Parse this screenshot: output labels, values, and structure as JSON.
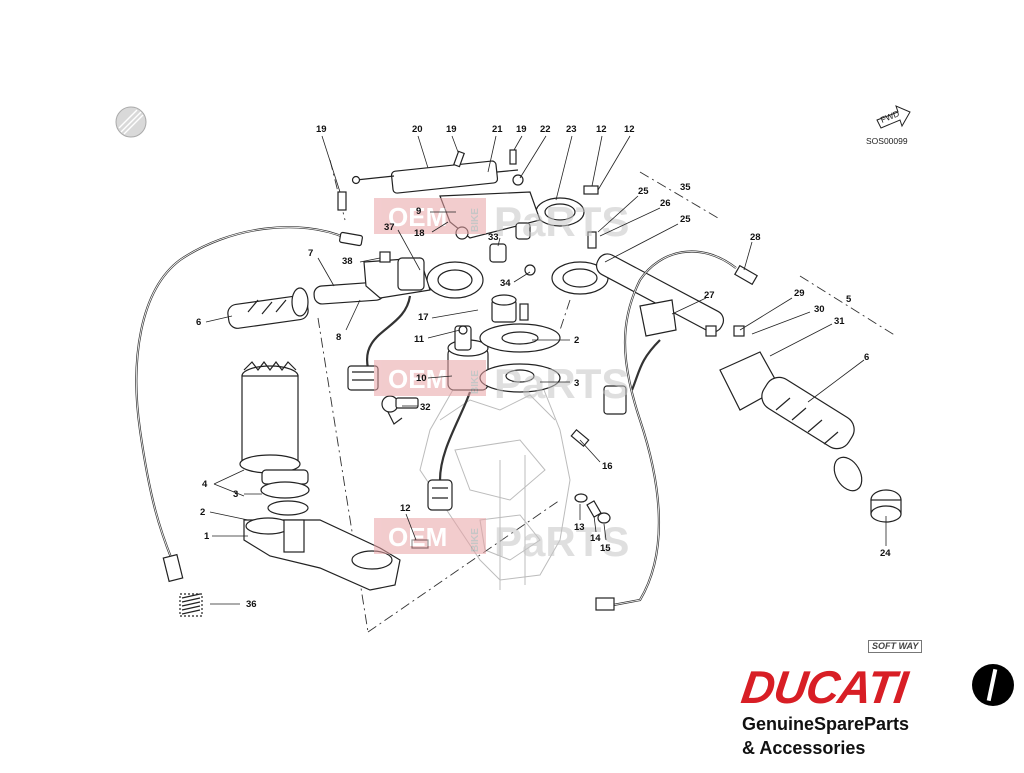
{
  "diagram": {
    "drawing_code": "SOS00099",
    "fwd_label": "FWD",
    "watermark": {
      "oem": "OEM",
      "bike": "BIKE",
      "parts": "PaRTS"
    },
    "callouts": [
      {
        "id": "c1",
        "text": "19"
      },
      {
        "id": "c2",
        "text": "20"
      },
      {
        "id": "c3",
        "text": "19"
      },
      {
        "id": "c4",
        "text": "21"
      },
      {
        "id": "c5",
        "text": "19"
      },
      {
        "id": "c6",
        "text": "22"
      },
      {
        "id": "c7",
        "text": "23"
      },
      {
        "id": "c8",
        "text": "12"
      },
      {
        "id": "c9",
        "text": "12"
      },
      {
        "id": "c10",
        "text": "35"
      },
      {
        "id": "c11",
        "text": "25"
      },
      {
        "id": "c12",
        "text": "26"
      },
      {
        "id": "c13",
        "text": "25"
      },
      {
        "id": "c14",
        "text": "9"
      },
      {
        "id": "c15",
        "text": "37"
      },
      {
        "id": "c16",
        "text": "18"
      },
      {
        "id": "c17",
        "text": "33"
      },
      {
        "id": "c18",
        "text": "38"
      },
      {
        "id": "c19",
        "text": "7"
      },
      {
        "id": "c20",
        "text": "34"
      },
      {
        "id": "c21",
        "text": "28"
      },
      {
        "id": "c22",
        "text": "27"
      },
      {
        "id": "c23",
        "text": "29"
      },
      {
        "id": "c24",
        "text": "5"
      },
      {
        "id": "c25",
        "text": "30"
      },
      {
        "id": "c26",
        "text": "6"
      },
      {
        "id": "c27",
        "text": "17"
      },
      {
        "id": "c28",
        "text": "31"
      },
      {
        "id": "c29",
        "text": "8"
      },
      {
        "id": "c30",
        "text": "11"
      },
      {
        "id": "c31",
        "text": "2"
      },
      {
        "id": "c32",
        "text": "6"
      },
      {
        "id": "c33",
        "text": "10"
      },
      {
        "id": "c34",
        "text": "3"
      },
      {
        "id": "c35",
        "text": "32"
      },
      {
        "id": "c36",
        "text": "16"
      },
      {
        "id": "c37",
        "text": "4"
      },
      {
        "id": "c38",
        "text": "3"
      },
      {
        "id": "c39",
        "text": "12"
      },
      {
        "id": "c40",
        "text": "2"
      },
      {
        "id": "c41",
        "text": "13"
      },
      {
        "id": "c42",
        "text": "14"
      },
      {
        "id": "c43",
        "text": "15"
      },
      {
        "id": "c44",
        "text": "1"
      },
      {
        "id": "c45",
        "text": "24"
      },
      {
        "id": "c46",
        "text": "36"
      }
    ]
  },
  "brand": {
    "softway": "SOFT WAY",
    "logo_text": "DUCATI",
    "tagline_line1": "GenuineSpareParts",
    "tagline_line2": "& Accessories",
    "logo_color": "#d81e25"
  },
  "icons": [
    "compass-shield-icon",
    "fwd-arrow-icon",
    "ducati-shield-icon"
  ]
}
